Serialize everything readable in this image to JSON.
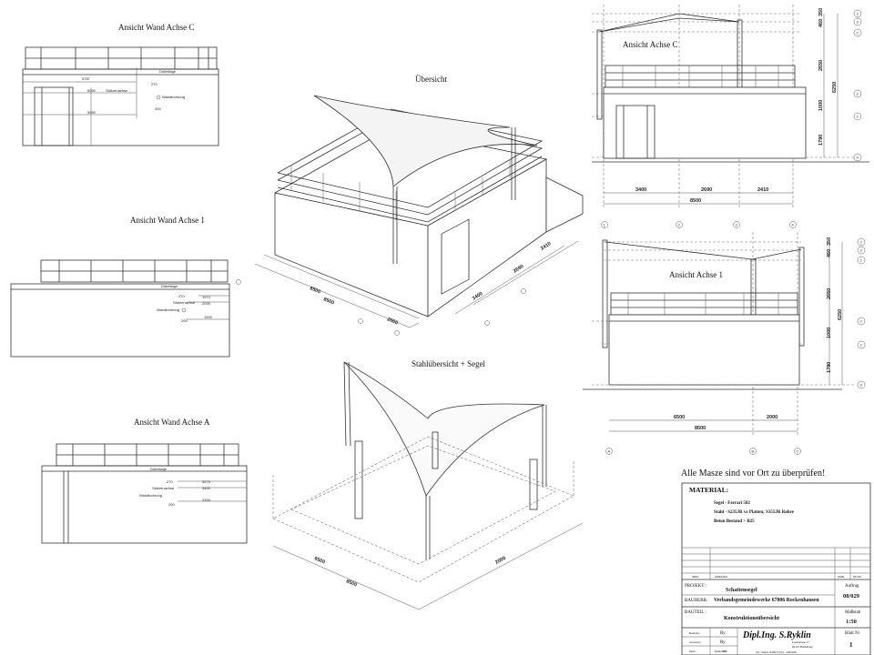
{
  "views": {
    "wall_c": {
      "title": "Ansicht Wand Achse C",
      "duebellage": "Dübellage",
      "stuetzenachse": "Stützenachse",
      "wandbohrung": "Wandbohrung",
      "dims": [
        "5787",
        "6090",
        "5990",
        "270",
        "200"
      ]
    },
    "wall_1": {
      "title": "Ansicht Wand Achse 1",
      "duebellage": "Dübellage",
      "stuetzenachse": "Stützenachse",
      "wandbohrung": "Wandbohrung",
      "dims": [
        "1974",
        "2000",
        "1900",
        "270",
        "200"
      ]
    },
    "wall_a": {
      "title": "Ansicht Wand Achse A",
      "duebellage": "Dübellage",
      "stuetzenachse": "Stützenachse",
      "wandbohrung": "Wandbohrung",
      "dims": [
        "3275",
        "3400",
        "3300",
        "270",
        "200"
      ]
    },
    "overview": {
      "title": "Übersicht",
      "dims": [
        "6500",
        "8500",
        "2000",
        "3400",
        "2690",
        "2410"
      ]
    },
    "steel": {
      "title": "Stahlübersicht + Segel",
      "dims": [
        "6500",
        "8500",
        "2000"
      ]
    },
    "axis_c": {
      "title": "Ansicht Achse C",
      "h_dims": [
        "3400",
        "2690",
        "2410",
        "8500"
      ],
      "v_dims": [
        "460",
        "350",
        "2650",
        "1000",
        "1790",
        "6250"
      ],
      "axes": [
        "1",
        "2",
        "3",
        "4"
      ],
      "markers": [
        "3",
        "3",
        "2",
        "2",
        "2",
        "9"
      ]
    },
    "axis_1": {
      "title": "Ansicht Achse 1",
      "h_dims": [
        "6500",
        "2000",
        "8500"
      ],
      "v_dims": [
        "460",
        "350",
        "2650",
        "1000",
        "1790",
        "6250"
      ],
      "axes": [
        "A",
        "B",
        "C"
      ],
      "markers": [
        "2",
        "3",
        "2",
        "2",
        "2",
        "9"
      ]
    }
  },
  "notice": "Alle Masze sind vor Ort zu überprüfen!",
  "title_block": {
    "material_heading": "MATERIAL:",
    "material_lines": [
      "Segel   - Ferrari  502",
      "Stahl   -  S235JR vz Platten; S355JR Rohre",
      "Beton Bestand >  B25"
    ],
    "rev_headers": [
      "INDEX",
      "ÄNDERUNG",
      "NAME",
      "DATUM"
    ],
    "projekt_label": "PROJEKT :",
    "projekt": "Schattensegel",
    "bauherr_label": "BAUHERR:",
    "bauherr": "Verbandsgemeindewerke 67806 Rockenhausen",
    "bauteil_label": "BAUTEIL :",
    "bauteil": "Konstruktionsübersicht",
    "auftrag_label": "Auftrag",
    "auftrag": "08/029",
    "massstab_label": "Maßstab",
    "massstab": "1:50",
    "blatt_label": "Blatt Nr",
    "blatt": "1",
    "bearbeitet_label": "Bearbeitet",
    "bearbeitet": "Ry",
    "gezeichnet_label": "Gezeichnet",
    "gezeichnet": "Ry",
    "datum_label": "Datum",
    "datum": "14.11.2008",
    "company": "Dipl.Ing. S.Ryklin",
    "street": "Lisztstrasse 17",
    "city": "69123 Heidelberg",
    "phone": "Tel.: 06221-830673  Fax: -7965048"
  }
}
